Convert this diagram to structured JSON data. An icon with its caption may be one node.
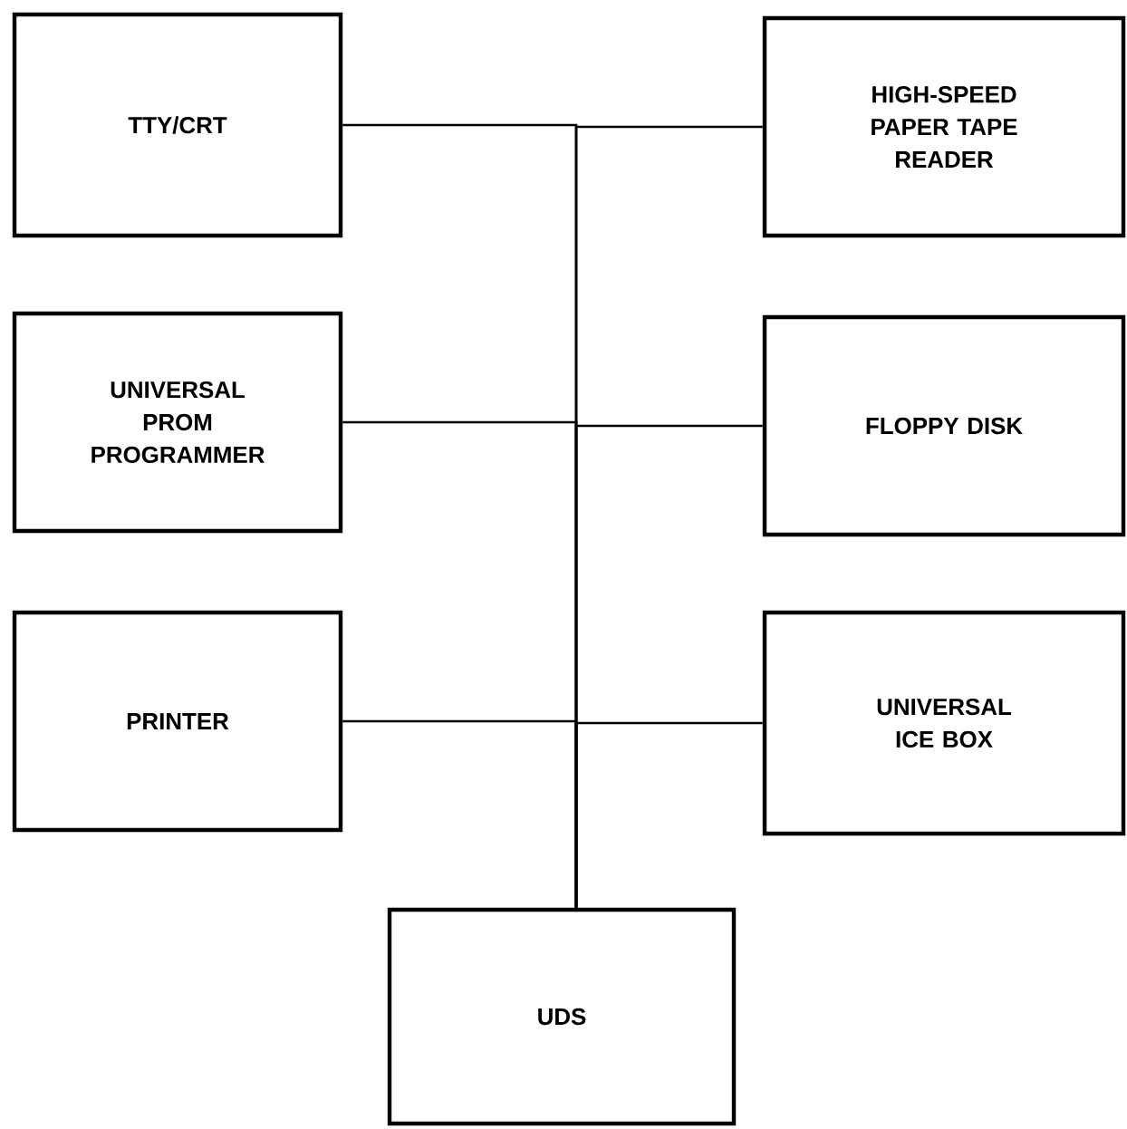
{
  "diagram": {
    "nodes": [
      {
        "text": [
          "TTY/CRT"
        ]
      },
      {
        "text": [
          "HIGH-SPEED PAPER TAPE READER"
        ]
      },
      {
        "text": [
          "UNIVERSAL PROM PROGRAMMER"
        ]
      },
      {
        "text": [
          "FLOPPY DISK"
        ]
      },
      {
        "text": [
          "PRINTER"
        ]
      },
      {
        "text": [
          "UNIVERSAL ICE BOX"
        ]
      },
      {
        "text": [
          "UDS"
        ]
      }
    ],
    "edges": [
      {
        "from": 0,
        "to": 6,
        "arrow": "none"
      },
      {
        "from": 1,
        "to": 6,
        "arrow": "none"
      },
      {
        "from": 2,
        "to": 6,
        "arrow": "none"
      },
      {
        "from": 3,
        "to": 6,
        "arrow": "none"
      },
      {
        "from": 4,
        "to": 6,
        "arrow": "none"
      },
      {
        "from": 5,
        "to": 6,
        "arrow": "none"
      }
    ]
  }
}
